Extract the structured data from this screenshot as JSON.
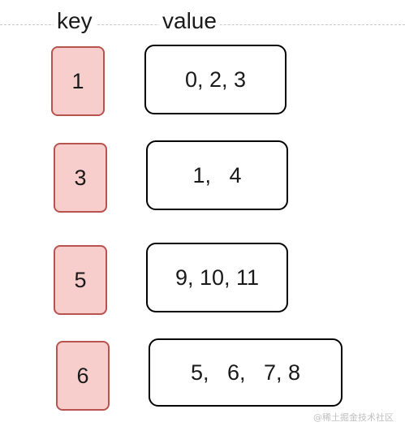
{
  "headers": {
    "key": "key",
    "value": "value"
  },
  "rows": [
    {
      "key": "1",
      "value": "0, 2, 3"
    },
    {
      "key": "3",
      "value": "1,   4"
    },
    {
      "key": "5",
      "value": "9, 10, 11"
    },
    {
      "key": "6",
      "value": "5,   6,   7, 8"
    }
  ],
  "watermark": "@稀土掘金技术社区",
  "colors": {
    "key_fill": "#f8cecc",
    "key_stroke": "#b85450",
    "value_stroke": "#000000"
  }
}
